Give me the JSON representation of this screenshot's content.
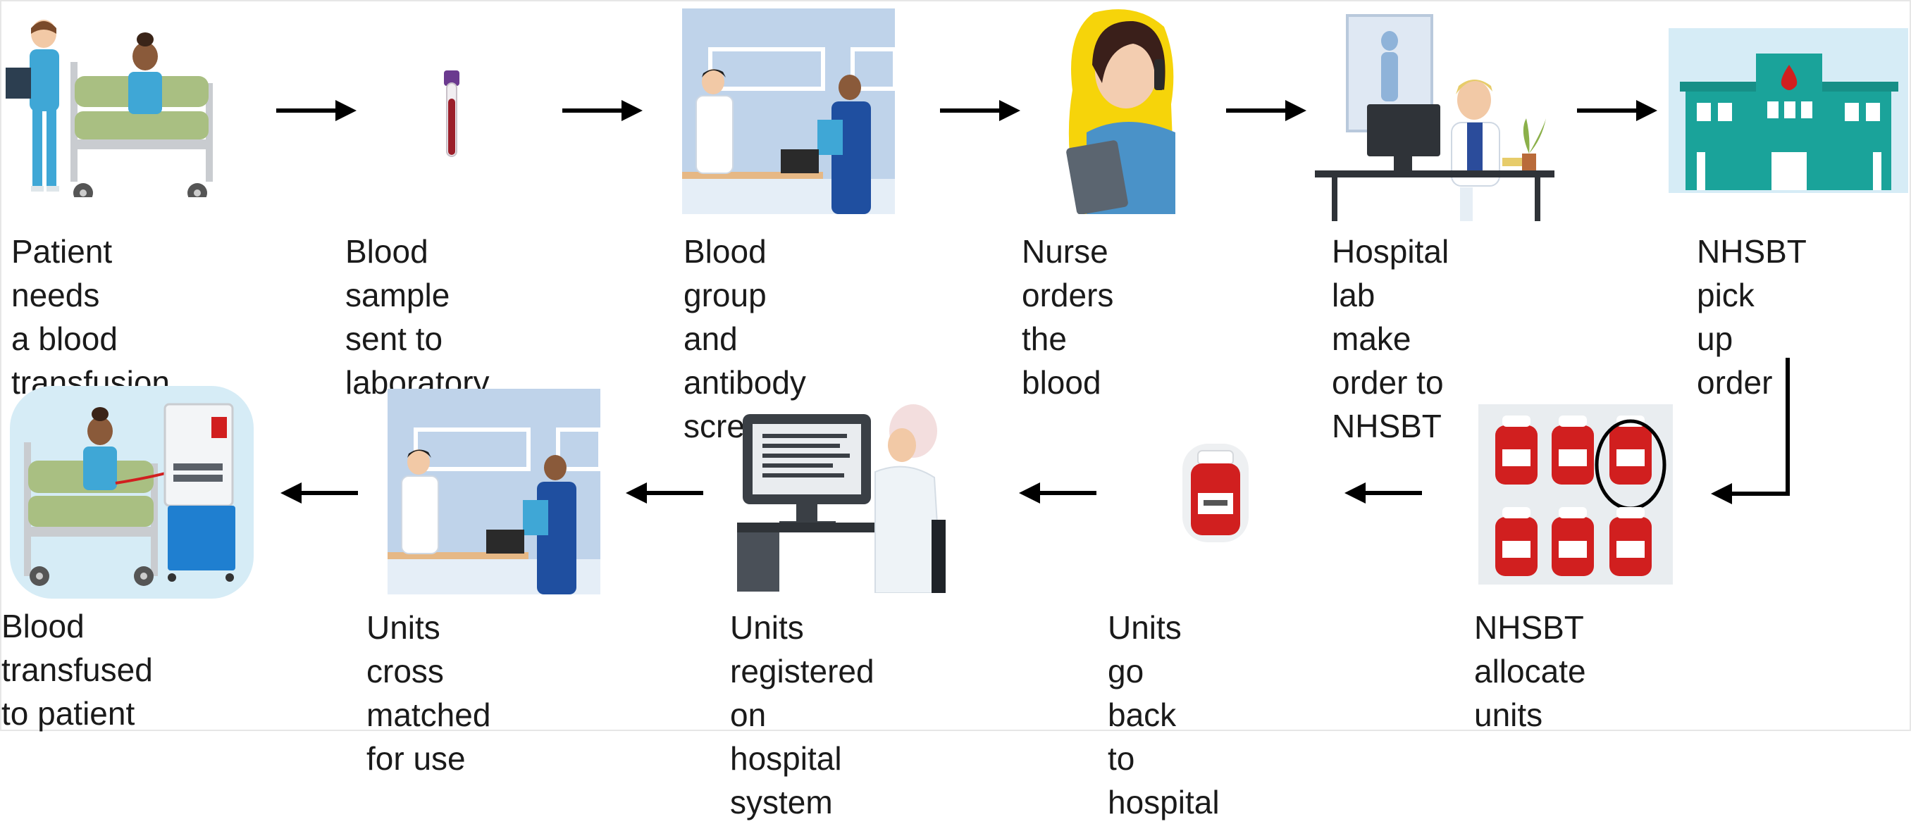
{
  "steps": [
    {
      "id": "patient-needs-transfusion",
      "label": "Patient needs\na blood\ntransfusion"
    },
    {
      "id": "blood-sample-sent",
      "label": "Blood sample\nsent to\nlaboratory"
    },
    {
      "id": "blood-group-screen",
      "label": "Blood group\nand antibody\nscreen"
    },
    {
      "id": "nurse-orders",
      "label": "Nurse orders\nthe blood"
    },
    {
      "id": "hospital-lab-order",
      "label": "Hospital lab\nmake order to\nNHSBT"
    },
    {
      "id": "nhsbt-pick-up",
      "label": "NHSBT pick\nup order"
    },
    {
      "id": "nhsbt-allocate",
      "label": "NHSBT\nallocate units"
    },
    {
      "id": "units-back-hospital",
      "label": "Units go back\nto hospital"
    },
    {
      "id": "units-registered",
      "label": "Units registered\non hospital\nsystem"
    },
    {
      "id": "units-cross-matched",
      "label": "Units cross\nmatched for use"
    },
    {
      "id": "blood-transfused",
      "label": "Blood transfused\nto patient"
    }
  ],
  "colors": {
    "arrow": "#000000",
    "blood_red": "#d11f1f",
    "scrubs_blue": "#3fa7d6",
    "bed_green": "#a9bf82",
    "hospital_teal": "#1aa39a",
    "lab_bg": "#bfd3ea",
    "coat_blue": "#1f4fa0",
    "hair_yellow": "#f6d40a"
  },
  "icons": [
    "patient-bed-icon",
    "blood-tube-icon",
    "lab-scientists-icon",
    "nurse-phone-icon",
    "lab-computer-icon",
    "hospital-building-icon",
    "blood-bags-grid-icon",
    "blood-bag-icon",
    "computer-user-icon",
    "lab-scientists-icon",
    "transfusion-bed-icon"
  ]
}
